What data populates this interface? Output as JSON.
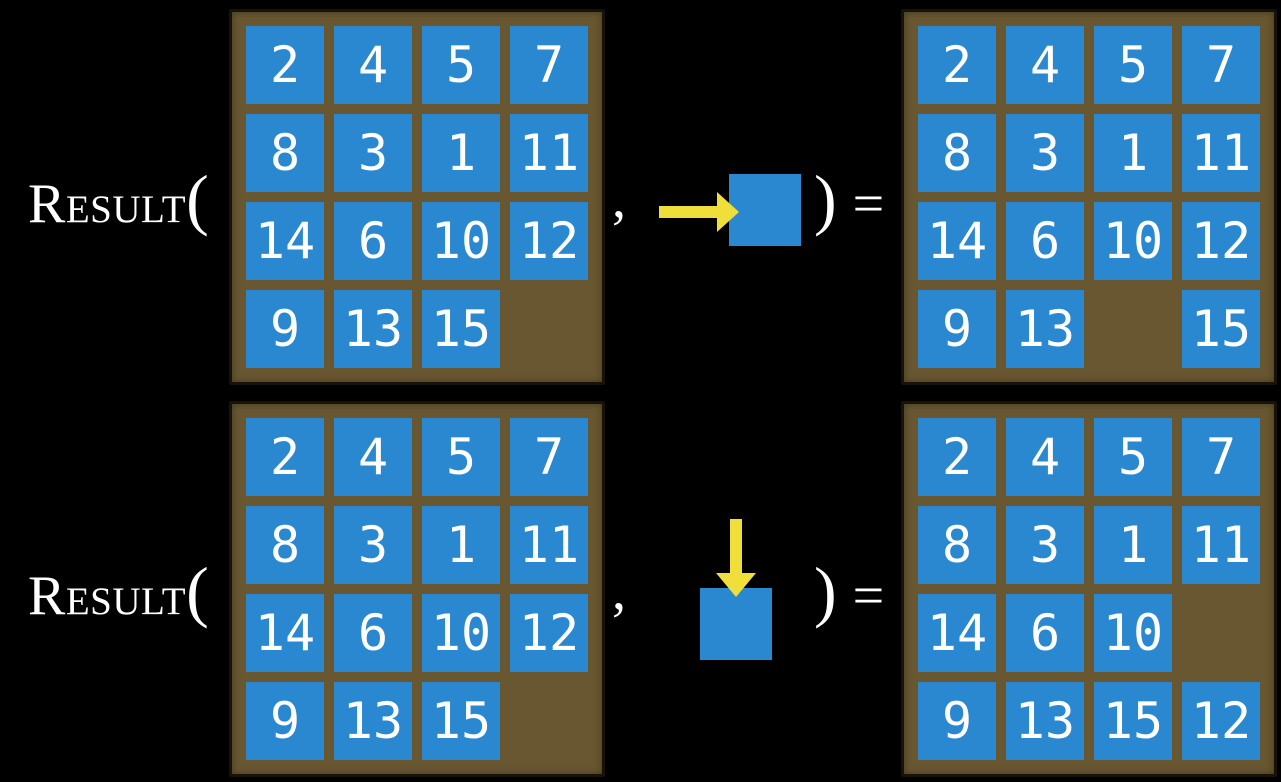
{
  "equation": {
    "function_name": "Result",
    "open_paren": "(",
    "close_paren": ")",
    "comma": ",",
    "equals": "="
  },
  "colors": {
    "tile": "#2A88D1",
    "board": "#685731",
    "board_edge": "#181208",
    "arrow": "#F0DF3A",
    "text": "#FFFFFF",
    "background": "#000000"
  },
  "rows": [
    {
      "id": "move-right-example",
      "action_direction": "right",
      "before": [
        [
          "2",
          "4",
          "5",
          "7"
        ],
        [
          "8",
          "3",
          "1",
          "11"
        ],
        [
          "14",
          "6",
          "10",
          "12"
        ],
        [
          "9",
          "13",
          "15",
          ""
        ]
      ],
      "after": [
        [
          "2",
          "4",
          "5",
          "7"
        ],
        [
          "8",
          "3",
          "1",
          "11"
        ],
        [
          "14",
          "6",
          "10",
          "12"
        ],
        [
          "9",
          "13",
          "",
          "15"
        ]
      ]
    },
    {
      "id": "move-down-example",
      "action_direction": "down",
      "before": [
        [
          "2",
          "4",
          "5",
          "7"
        ],
        [
          "8",
          "3",
          "1",
          "11"
        ],
        [
          "14",
          "6",
          "10",
          "12"
        ],
        [
          "9",
          "13",
          "15",
          ""
        ]
      ],
      "after": [
        [
          "2",
          "4",
          "5",
          "7"
        ],
        [
          "8",
          "3",
          "1",
          "11"
        ],
        [
          "14",
          "6",
          "10",
          ""
        ],
        [
          "9",
          "13",
          "15",
          "12"
        ]
      ]
    }
  ]
}
